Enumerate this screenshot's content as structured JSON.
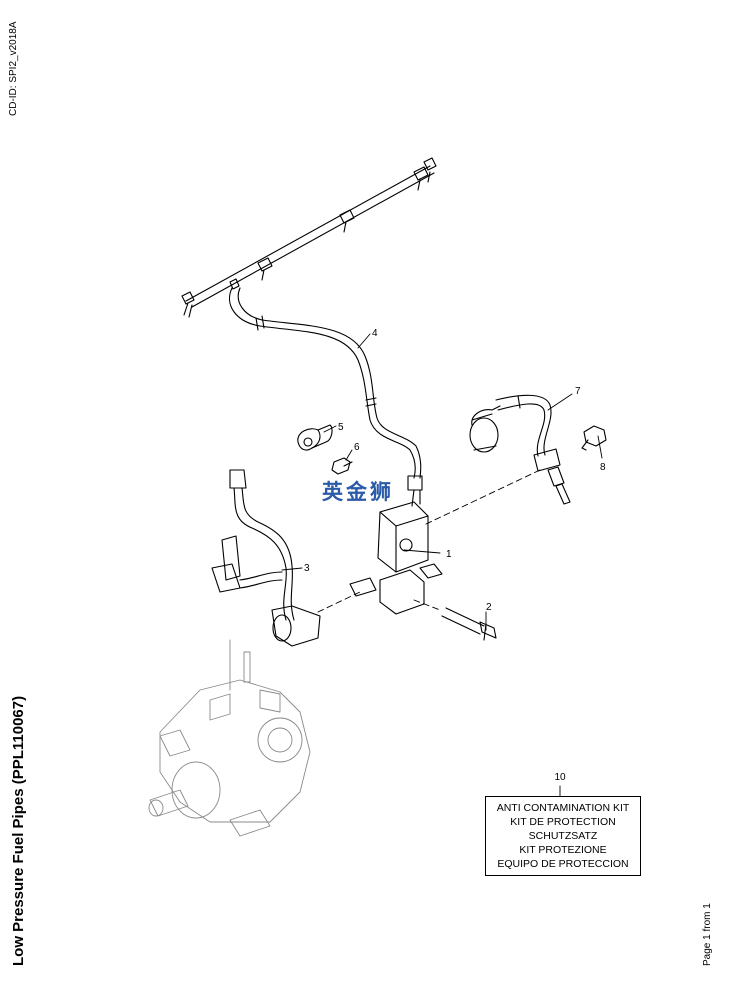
{
  "header": {
    "cd_id": "CD-ID: SPI2_v2018A"
  },
  "footer": {
    "title": "Low Pressure Fuel Pipes (PPL110067)",
    "page": "Page 1 from 1"
  },
  "watermark": {
    "text": "英金狮",
    "color": "#2a5aa8"
  },
  "callouts": [
    "1",
    "2",
    "3",
    "4",
    "5",
    "6",
    "7",
    "8"
  ],
  "kit": {
    "callout": "10",
    "lines": [
      "ANTI CONTAMINATION KIT",
      "KIT DE PROTECTION",
      "SCHUTZSATZ",
      "KIT PROTEZIONE",
      "EQUIPO DE PROTECCION"
    ]
  }
}
